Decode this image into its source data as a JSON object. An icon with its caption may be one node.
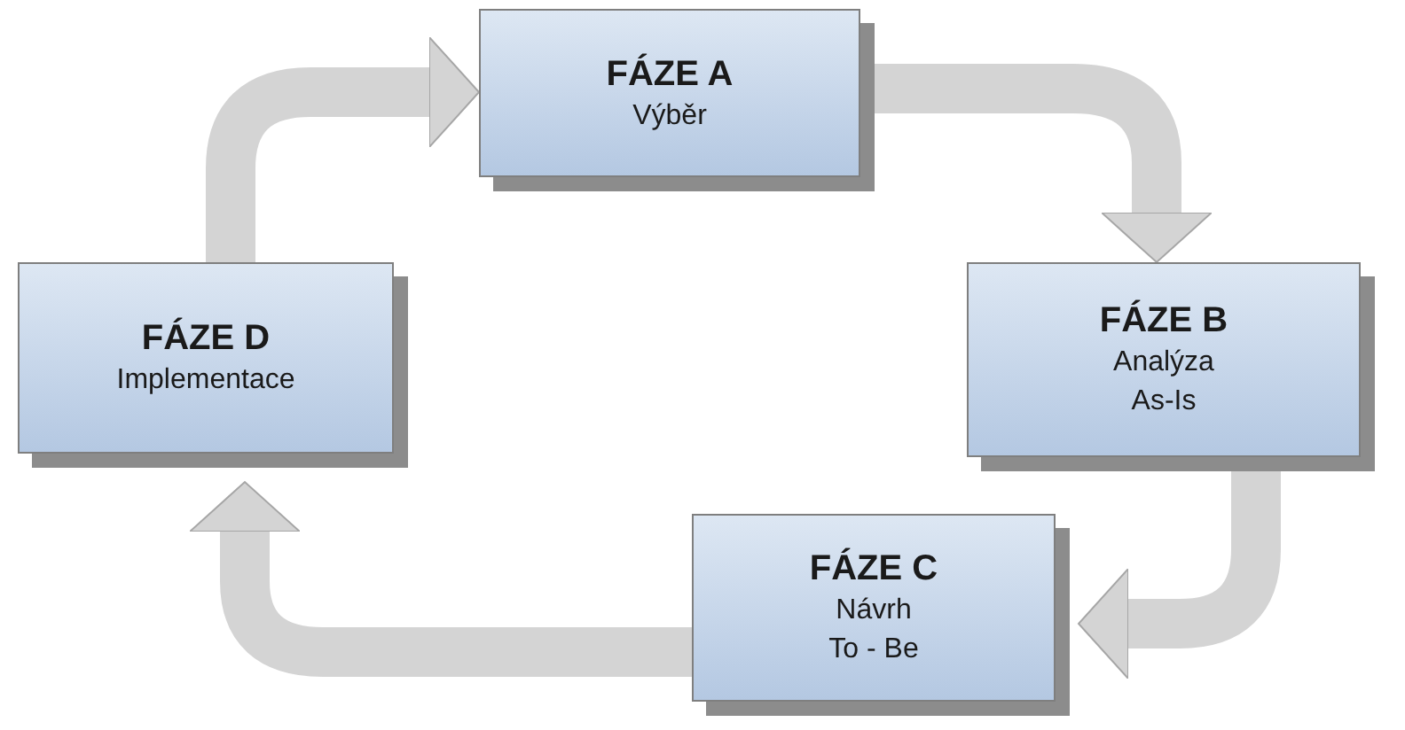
{
  "diagram": {
    "nodes": [
      {
        "text": [
          "FÁZE A",
          "Výběr"
        ]
      },
      {
        "text": [
          "FÁZE B",
          "Analýza",
          "As-Is"
        ]
      },
      {
        "text": [
          "FÁZE C",
          "Návrh",
          "To - Be"
        ]
      },
      {
        "text": [
          "FÁZE D",
          "Implementace"
        ]
      }
    ],
    "edges": [
      {
        "from": 3,
        "to": 0,
        "arrow": "to"
      },
      {
        "from": 0,
        "to": 1,
        "arrow": "to"
      },
      {
        "from": 1,
        "to": 2,
        "arrow": "to"
      },
      {
        "from": 2,
        "to": 3,
        "arrow": "to"
      }
    ]
  }
}
